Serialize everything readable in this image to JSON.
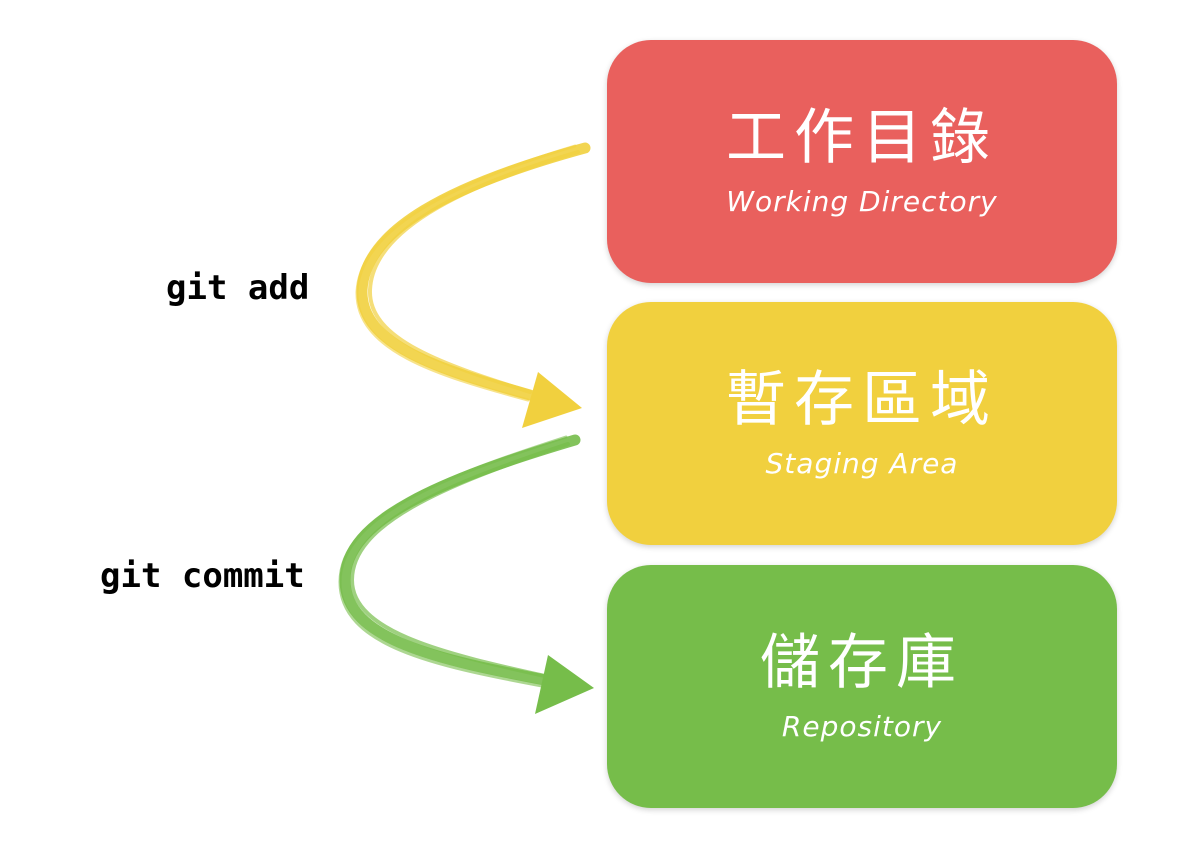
{
  "stages": {
    "working": {
      "title": "工作目錄",
      "subtitle": "Working Directory",
      "color": "#e9605d"
    },
    "staging": {
      "title": "暫存區域",
      "subtitle": "Staging Area",
      "color": "#f1d03e"
    },
    "repository": {
      "title": "儲存庫",
      "subtitle": "Repository",
      "color": "#76bd4a"
    }
  },
  "commands": {
    "add": {
      "label": "git add",
      "color": "#f1d03e"
    },
    "commit": {
      "label": "git commit",
      "color": "#76bd4a"
    }
  }
}
